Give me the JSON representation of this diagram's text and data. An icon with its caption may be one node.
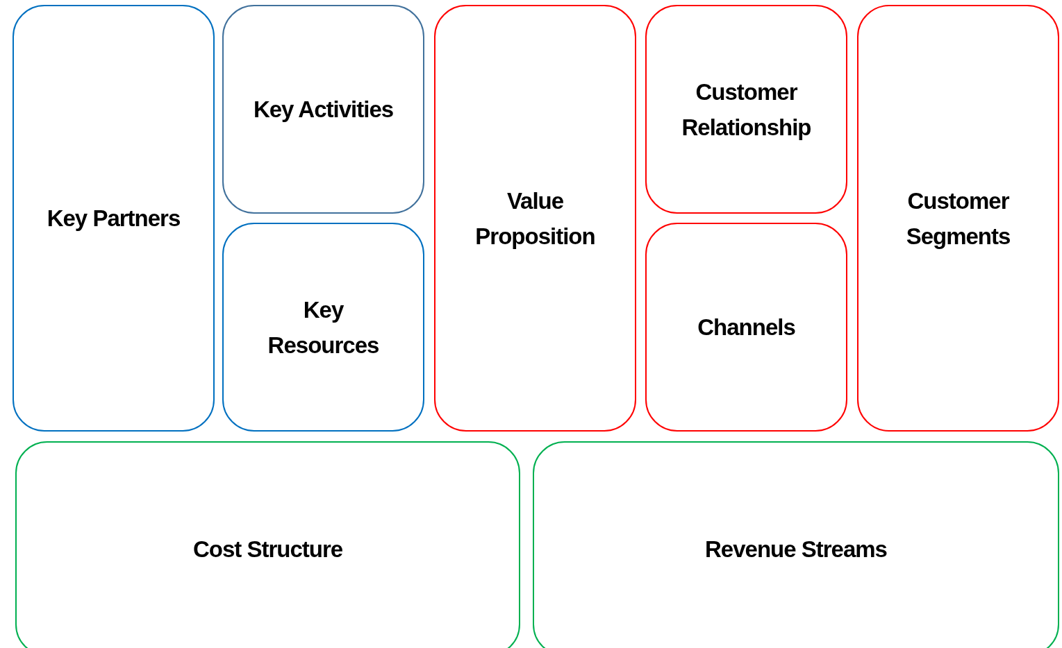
{
  "diagram": {
    "nodes": [
      {
        "text": [
          "Key Partners"
        ]
      },
      {
        "text": [
          "Key Activities"
        ]
      },
      {
        "text": [
          "Key Resources"
        ]
      },
      {
        "text": [
          "Value Proposition"
        ]
      },
      {
        "text": [
          "Customer Relationship"
        ]
      },
      {
        "text": [
          "Channels"
        ]
      },
      {
        "text": [
          "Customer Segments"
        ]
      },
      {
        "text": [
          "Cost Structure"
        ]
      },
      {
        "text": [
          "Revenue Streams"
        ]
      }
    ]
  }
}
